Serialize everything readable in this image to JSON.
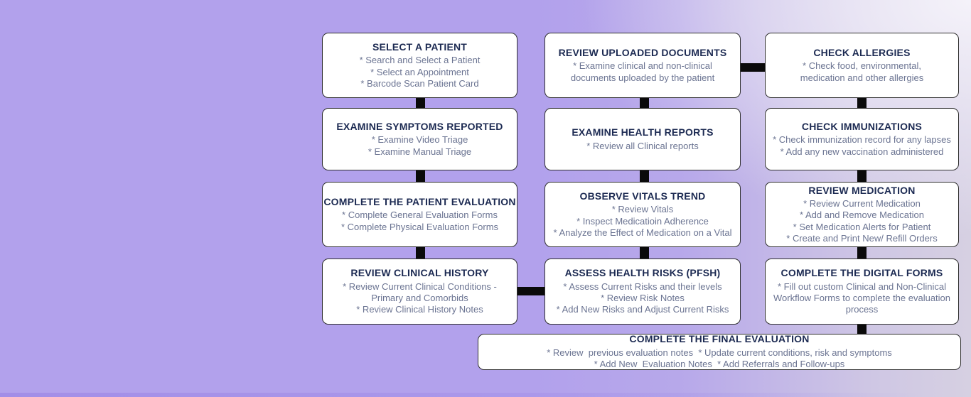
{
  "colors": {
    "background_purple": "#b2a1ec",
    "background_light_corner": "#d6d0e2",
    "box_background": "#ffffff",
    "box_border": "#2f2f2f",
    "title_text": "#1c2a52",
    "bullet_text": "#6b7492",
    "connector": "#0a0a0a"
  },
  "boxes": [
    {
      "title": "SELECT A PATIENT",
      "lines": [
        "* Search and Select a Patient",
        "* Select an Appointment",
        "* Barcode Scan Patient Card"
      ]
    },
    {
      "title": "EXAMINE SYMPTOMS REPORTED",
      "lines": [
        "* Examine Video Triage",
        "* Examine Manual Triage"
      ]
    },
    {
      "title": "COMPLETE THE PATIENT EVALUATION",
      "lines": [
        "* Complete General Evaluation Forms",
        "* Complete Physical Evaluation Forms"
      ]
    },
    {
      "title": "REVIEW CLINICAL HISTORY",
      "lines": [
        "* Review Current Clinical Conditions -",
        "Primary and Comorbids",
        "* Review Clinical History Notes"
      ]
    },
    {
      "title": "REVIEW UPLOADED DOCUMENTS",
      "lines": [
        "* Examine clinical and non-clinical",
        "documents uploaded by the patient"
      ]
    },
    {
      "title": "EXAMINE HEALTH REPORTS",
      "lines": [
        "* Review all Clinical reports"
      ]
    },
    {
      "title": "OBSERVE VITALS TREND",
      "lines": [
        "* Review Vitals",
        "* Inspect Medicatioin Adherence",
        "* Analyze the Effect of Medication on a Vital"
      ]
    },
    {
      "title": "ASSESS HEALTH RISKS (PFSH)",
      "lines": [
        "* Assess Current Risks and their levels",
        "* Review Risk Notes",
        "* Add New Risks and Adjust Current Risks"
      ]
    },
    {
      "title": "CHECK ALLERGIES",
      "lines": [
        "* Check food, environmental,",
        "medication and other allergies"
      ]
    },
    {
      "title": "CHECK IMMUNIZATIONS",
      "lines": [
        "* Check immunization record for any lapses",
        "* Add any new vaccination administered"
      ]
    },
    {
      "title": "REVIEW MEDICATION",
      "lines": [
        "* Review Current Medication",
        "* Add and Remove Medication",
        "* Set Medication Alerts for Patient",
        "* Create and Print New/ Refill Orders"
      ]
    },
    {
      "title": "COMPLETE THE DIGITAL FORMS",
      "lines": [
        "* Fill out custom Clinical and Non-Clinical",
        "Workflow Forms to complete the evaluation",
        "process"
      ]
    },
    {
      "title": "COMPLETE THE FINAL EVALUATION",
      "lines": [
        "* Review  previous evaluation notes  * Update current conditions, risk and symptoms",
        "* Add New  Evaluation Notes  * Add Referrals and Follow-ups"
      ]
    }
  ]
}
